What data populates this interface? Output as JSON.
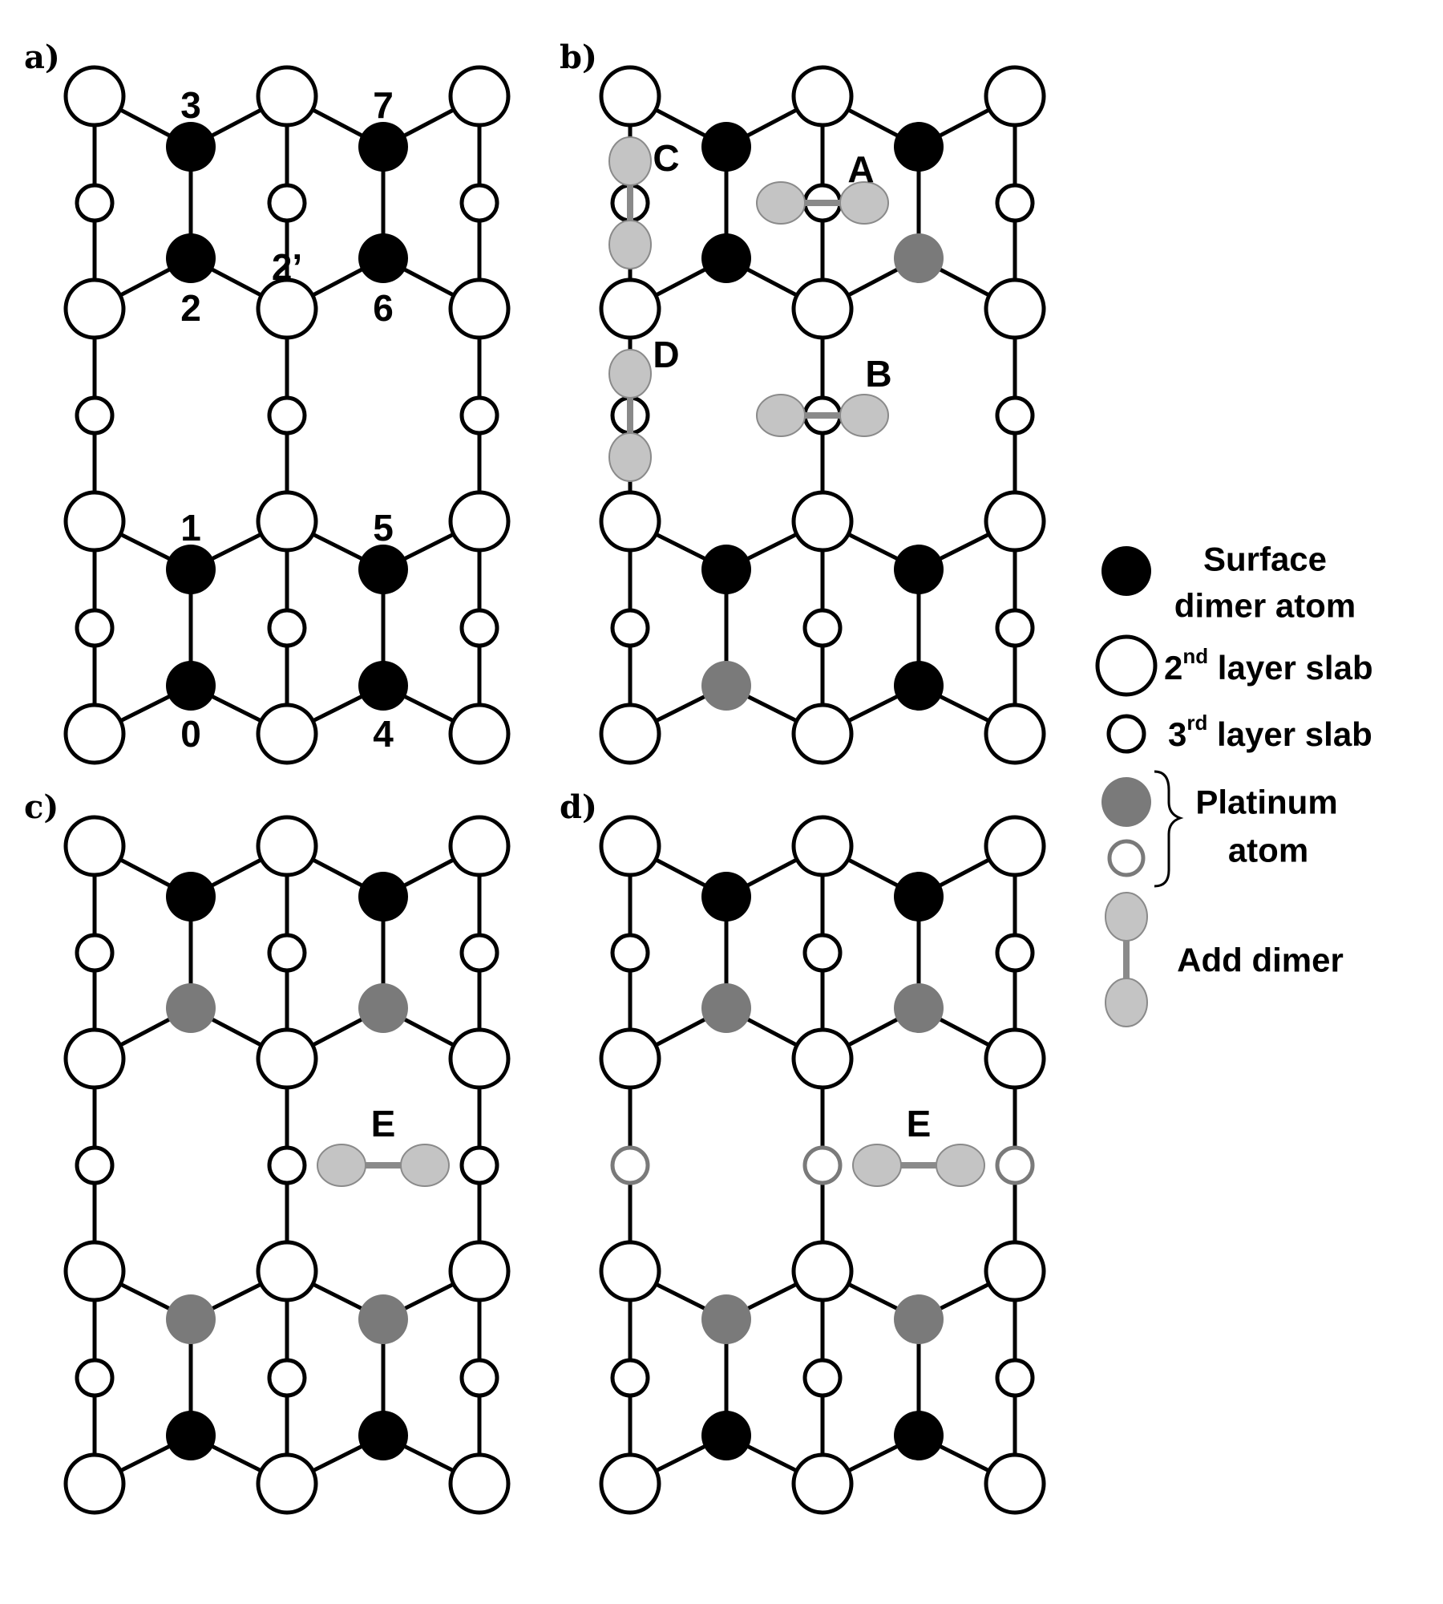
{
  "colors": {
    "background": "#ffffff",
    "surface_dimer_atom": "#000000",
    "slab_fill": "#ffffff",
    "slab_stroke": "#000000",
    "platinum_filled": "#7a7a7a",
    "platinum_open_stroke": "#7a7a7a",
    "add_dimer_fill": "#c4c4c4",
    "add_dimer_stroke": "#8a8a8a",
    "add_dimer_bond": "#8a8a8a",
    "bond": "#000000"
  },
  "panels": [
    {
      "label": "a)",
      "dimer_atoms": [
        "black",
        "black",
        "black",
        "black",
        "black",
        "black",
        "black",
        "black"
      ],
      "third_layer": [
        "normal",
        "normal",
        "normal",
        "normal",
        "normal",
        "normal",
        "normal",
        "normal",
        "normal"
      ],
      "atom_numbers": [
        "0",
        "1",
        "2",
        "3",
        "4",
        "5",
        "6",
        "7"
      ],
      "prime_label": "2’",
      "add_dimers": []
    },
    {
      "label": "b)",
      "dimer_atoms": [
        "pt",
        "black",
        "black",
        "black",
        "black",
        "black",
        "pt",
        "black"
      ],
      "third_layer": [
        "normal",
        "normal",
        "normal",
        "normal",
        "normal",
        "normal",
        "normal",
        "normal",
        "normal"
      ],
      "atom_numbers": [],
      "prime_label": "",
      "add_dimers": [
        {
          "label": "A",
          "orientation": "horizontal",
          "site": "top-middle"
        },
        {
          "label": "B",
          "orientation": "horizontal",
          "site": "middle-middle"
        },
        {
          "label": "C",
          "orientation": "vertical",
          "site": "top-left"
        },
        {
          "label": "D",
          "orientation": "vertical",
          "site": "middle-left"
        }
      ]
    },
    {
      "label": "c)",
      "dimer_atoms": [
        "black",
        "pt",
        "pt",
        "black",
        "black",
        "pt",
        "pt",
        "black"
      ],
      "third_layer": [
        "normal",
        "normal",
        "normal",
        "normal",
        "normal",
        "normal",
        "normal",
        "normal",
        "normal"
      ],
      "atom_numbers": [],
      "prime_label": "",
      "add_dimers": [
        {
          "label": "E",
          "orientation": "horizontal",
          "site": "middle-right"
        }
      ]
    },
    {
      "label": "d)",
      "dimer_atoms": [
        "black",
        "pt",
        "pt",
        "black",
        "black",
        "pt",
        "pt",
        "black"
      ],
      "third_layer": [
        "normal",
        "normal",
        "normal",
        "pt-open",
        "pt-open",
        "pt-open",
        "normal",
        "normal",
        "normal"
      ],
      "atom_numbers": [],
      "prime_label": "",
      "add_dimers": [
        {
          "label": "E",
          "orientation": "horizontal",
          "site": "middle-right"
        }
      ]
    }
  ],
  "legend": {
    "surface_dimer": [
      "Surface",
      "dimer atom"
    ],
    "second_layer": {
      "prefix": "2",
      "sup": "nd",
      "rest": " layer slab"
    },
    "third_layer": {
      "prefix": "3",
      "sup": "rd",
      "rest": " layer slab"
    },
    "platinum": [
      "Platinum",
      "atom"
    ],
    "add_dimer": "Add dimer"
  }
}
